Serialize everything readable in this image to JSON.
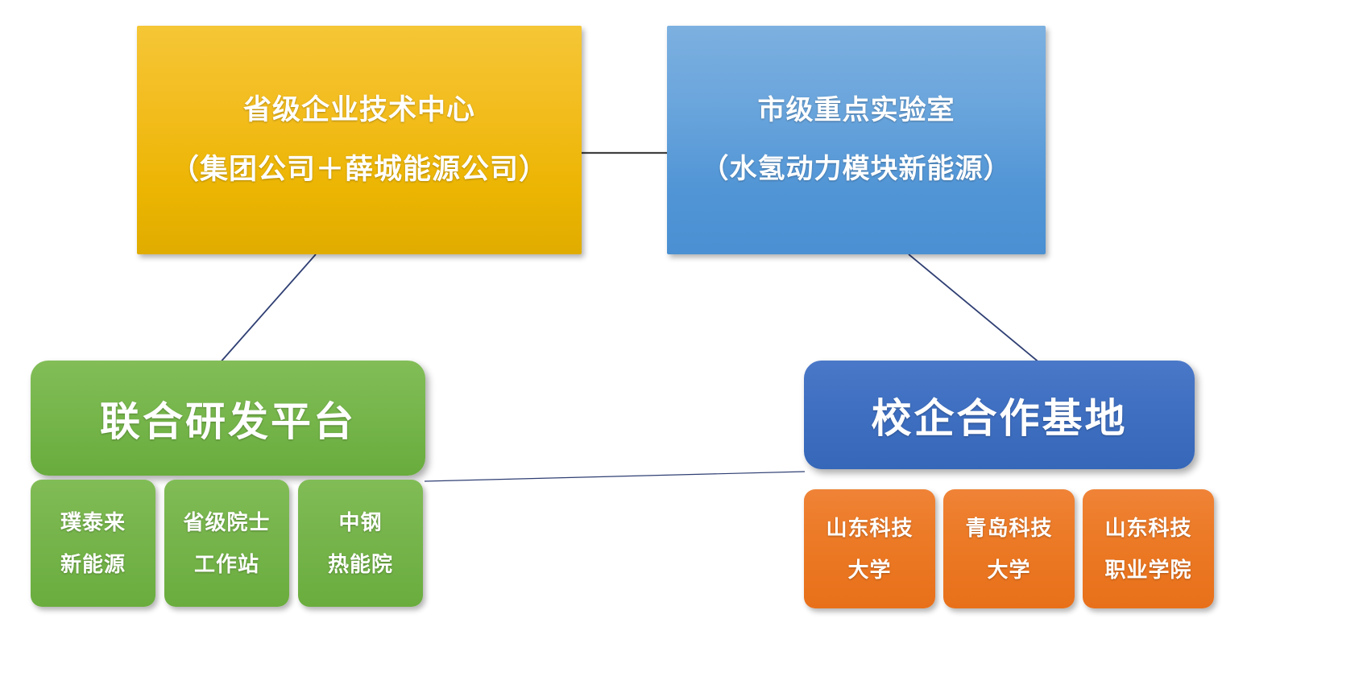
{
  "diagram": {
    "title": "",
    "colors": {
      "yellow": "#ecb502",
      "light_blue": "#5195d6",
      "green": "#6fb048",
      "dark_blue": "#3e6cbe",
      "orange": "#ea7a23",
      "connector_navy": "#2f3f73",
      "connector_gray": "#404040",
      "background": "#ffffff"
    },
    "top_nodes": [
      {
        "id": "prov-tech-center",
        "line_1": "省级企业技术中心",
        "line_2": "（集团公司＋薛城能源公司）",
        "color": "#ecb502"
      },
      {
        "id": "city-lab",
        "line_1": "市级重点实验室",
        "line_2": "（水氢动力模块新能源）",
        "color": "#5195d6"
      }
    ],
    "platforms": [
      {
        "id": "joint-rd",
        "label": "联合研发平台",
        "color": "#6fb048",
        "children": [
          {
            "line_1": "璞泰来",
            "line_2": "新能源"
          },
          {
            "line_1": "省级院士",
            "line_2": "工作站"
          },
          {
            "line_1": "中钢",
            "line_2": "热能院"
          }
        ]
      },
      {
        "id": "school-base",
        "label": "校企合作基地",
        "color": "#3e6cbe",
        "children": [
          {
            "line_1": "山东科技",
            "line_2": "大学"
          },
          {
            "line_1": "青岛科技",
            "line_2": "大学"
          },
          {
            "line_1": "山东科技",
            "line_2": "职业学院"
          }
        ]
      }
    ],
    "connectors": [
      {
        "name": "top-horizontal",
        "from": "prov-tech-center",
        "to": "city-lab"
      },
      {
        "name": "yellow-to-joint-rd",
        "from": "prov-tech-center",
        "to": "joint-rd"
      },
      {
        "name": "lightblue-to-school-base",
        "from": "city-lab",
        "to": "school-base"
      },
      {
        "name": "joint-rd-to-school-base",
        "from": "joint-rd",
        "to": "school-base"
      }
    ]
  }
}
